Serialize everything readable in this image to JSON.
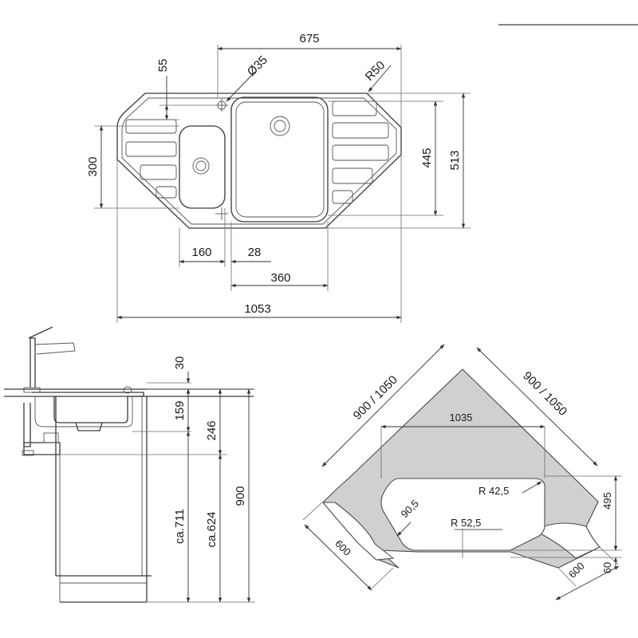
{
  "colors": {
    "line": "#3a3a3a",
    "countertop_fill": "#d0d0d0",
    "background": "#ffffff"
  },
  "plan_view": {
    "dim_675": "675",
    "dim_55": "55",
    "dim_d35": "Ø35",
    "dim_r50": "R50",
    "dim_300": "300",
    "dim_445": "445",
    "dim_513": "513",
    "dim_160": "160",
    "dim_28": "28",
    "dim_360": "360",
    "dim_1053": "1053"
  },
  "side_view": {
    "dim_30": "30",
    "dim_159": "159",
    "dim_246": "246",
    "dim_711": "ca.711",
    "dim_624": "ca.624",
    "dim_900": "900"
  },
  "corner_view": {
    "dim_left_diag": "900 / 1050",
    "dim_right_diag": "900 / 1050",
    "dim_1035": "1035",
    "dim_r425": "R 42,5",
    "dim_905": "90,5",
    "dim_r525": "R 52,5",
    "dim_495": "495",
    "dim_600_left": "600",
    "dim_600_right": "600",
    "dim_60": "60"
  }
}
